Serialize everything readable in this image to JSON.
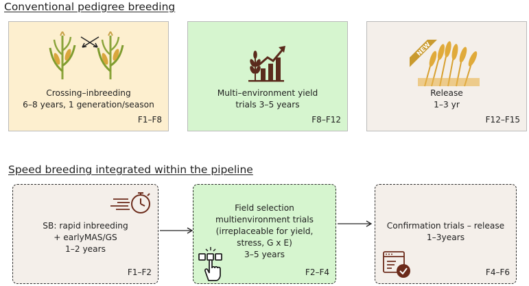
{
  "conventional": {
    "heading": "Conventional pedigree breeding",
    "stages": [
      {
        "text": "Crossing–inbreeding\n6–8 years, 1 generation/season",
        "generations": "F1–F8",
        "color": "#fdefcf"
      },
      {
        "text": "Multi–environment yield\ntrials 3–5 years",
        "generations": "F8–F12",
        "color": "#d6f5cf"
      },
      {
        "text": "Release\n1–3 yr",
        "generations": "F12–F15",
        "color": "#f4efea",
        "badge": "NEW"
      }
    ]
  },
  "speed": {
    "heading": "Speed breeding integrated within the pipeline",
    "stages": [
      {
        "text": "SB: rapid inbreeding\n+ earlyMAS/GS\n1–2 years",
        "generations": "F1–F2",
        "color": "#f4efea"
      },
      {
        "text": "Field selection\nmultienvironment trials\n(irreplaceable for yield,\nstress, G x E)\n3–5 years",
        "generations": "F2–F4",
        "color": "#d6f5cf"
      },
      {
        "text": "Confirmation trials – release\n1–3years",
        "generations": "F4–F6",
        "color": "#f4efea"
      }
    ]
  },
  "icons": [
    "corn-plant-icon",
    "cross-arrows-icon",
    "growth-chart-icon",
    "wheat-icon",
    "new-ribbon-icon",
    "stopwatch-icon",
    "tap-grid-icon",
    "approved-document-icon"
  ]
}
